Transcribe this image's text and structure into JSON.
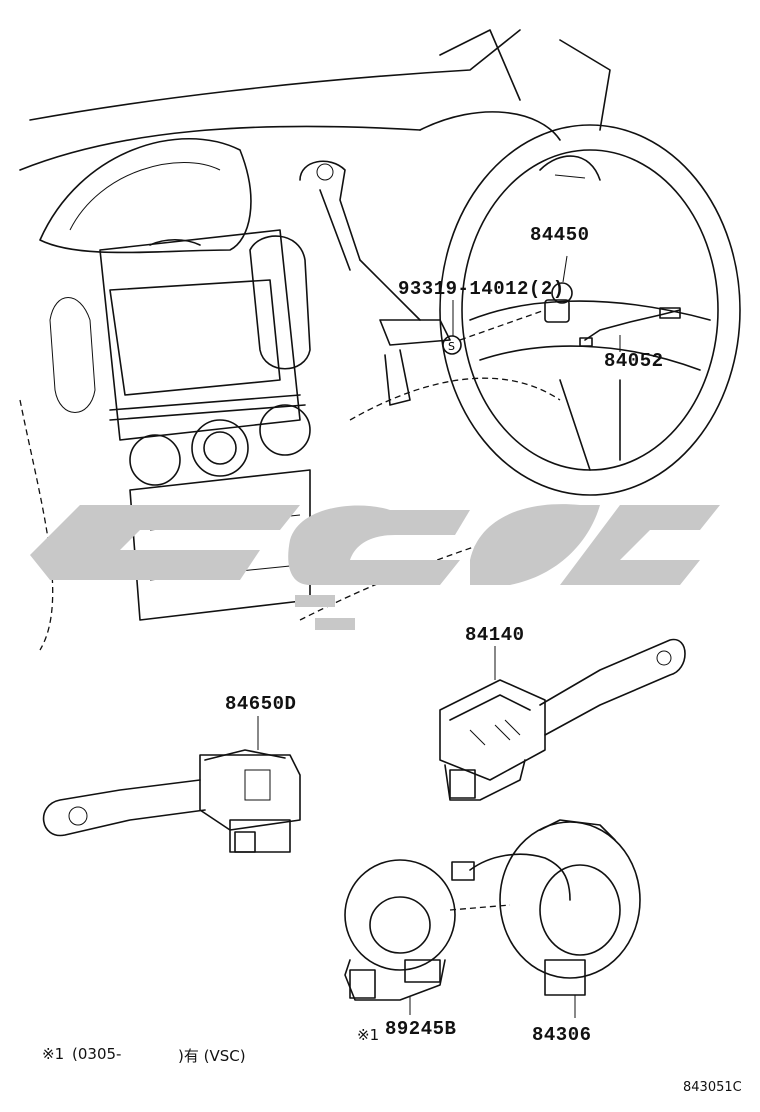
{
  "parts": {
    "p84450": "84450",
    "p93319": "93319-14012(2)",
    "p84052": "84052",
    "p84140": "84140",
    "p84650d": "84650D",
    "p89245b": "89245B",
    "p84306": "84306"
  },
  "note_marker": "※1",
  "footnote": {
    "marker": "※1",
    "text": "(0305-",
    "suffix": ")有 (VSC)"
  },
  "figure_code": "843051C",
  "watermark_color": "#c8c8c8"
}
